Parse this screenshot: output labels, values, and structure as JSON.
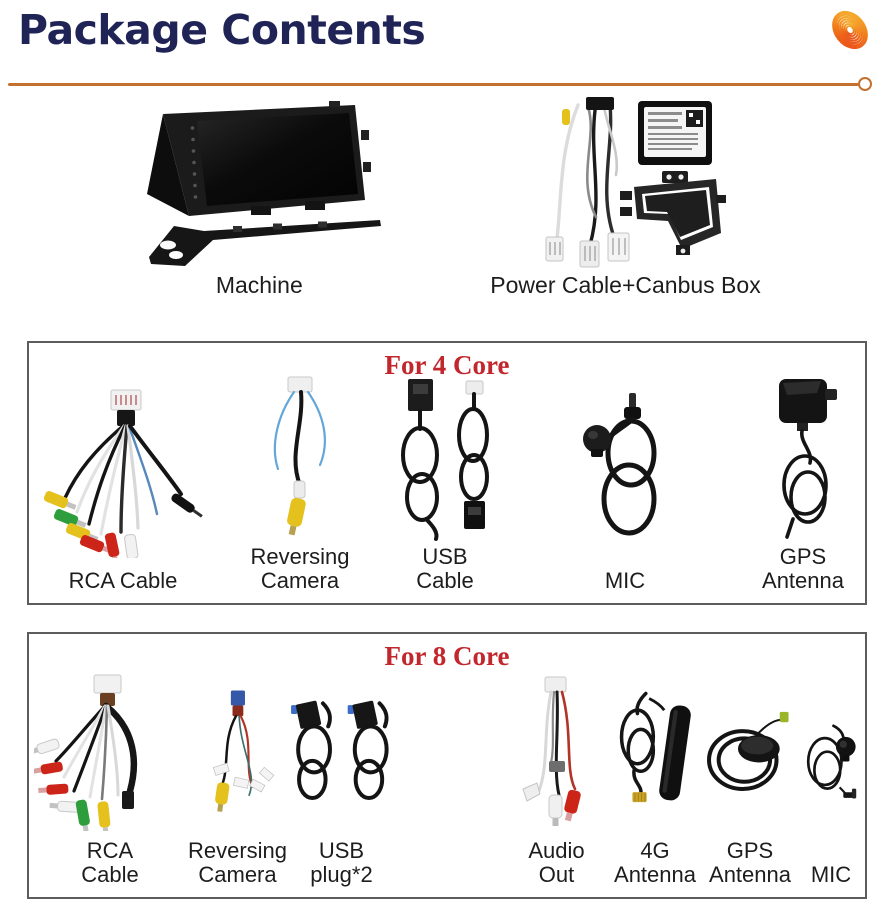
{
  "header": {
    "title": "Package Contents",
    "logo_icon": "orange-coil-logo"
  },
  "colors": {
    "title_navy": "#1f2356",
    "divider_orange": "#c4702f",
    "section_red": "#c1272d",
    "caption_black": "#1d1d1d",
    "box_border_gray": "#5c5c5c",
    "rca_yellow": "#e4c11c",
    "rca_red": "#cc2418",
    "rca_green": "#2e9e3c",
    "usb_blue": "#3a6cc8"
  },
  "top_items": [
    {
      "label": "Machine",
      "icon": "car-head-unit"
    },
    {
      "label": "Power Cable+Canbus Box",
      "icon": "power-cable-canbus-box"
    }
  ],
  "sections": [
    {
      "title": "For 4 Core",
      "items": [
        {
          "label": "RCA Cable",
          "icon": "rca-cable"
        },
        {
          "label": "Reversing\nCamera",
          "icon": "reversing-camera"
        },
        {
          "label": "USB\nCable",
          "icon": "usb-cable"
        },
        {
          "label": "MIC",
          "icon": "microphone"
        },
        {
          "label": "GPS\nAntenna",
          "icon": "gps-antenna"
        }
      ]
    },
    {
      "title": "For 8 Core",
      "items": [
        {
          "label": "RCA\nCable",
          "icon": "rca-cable"
        },
        {
          "label": "Reversing\nCamera",
          "icon": "reversing-camera"
        },
        {
          "label": "USB\nplug*2",
          "icon": "usb-plug-pair"
        },
        {
          "label": "Audio\nOut",
          "icon": "audio-out-cable"
        },
        {
          "label": "4G\nAntenna",
          "icon": "4g-antenna"
        },
        {
          "label": "GPS\nAntenna",
          "icon": "gps-antenna"
        },
        {
          "label": "MIC",
          "icon": "microphone"
        }
      ]
    }
  ]
}
